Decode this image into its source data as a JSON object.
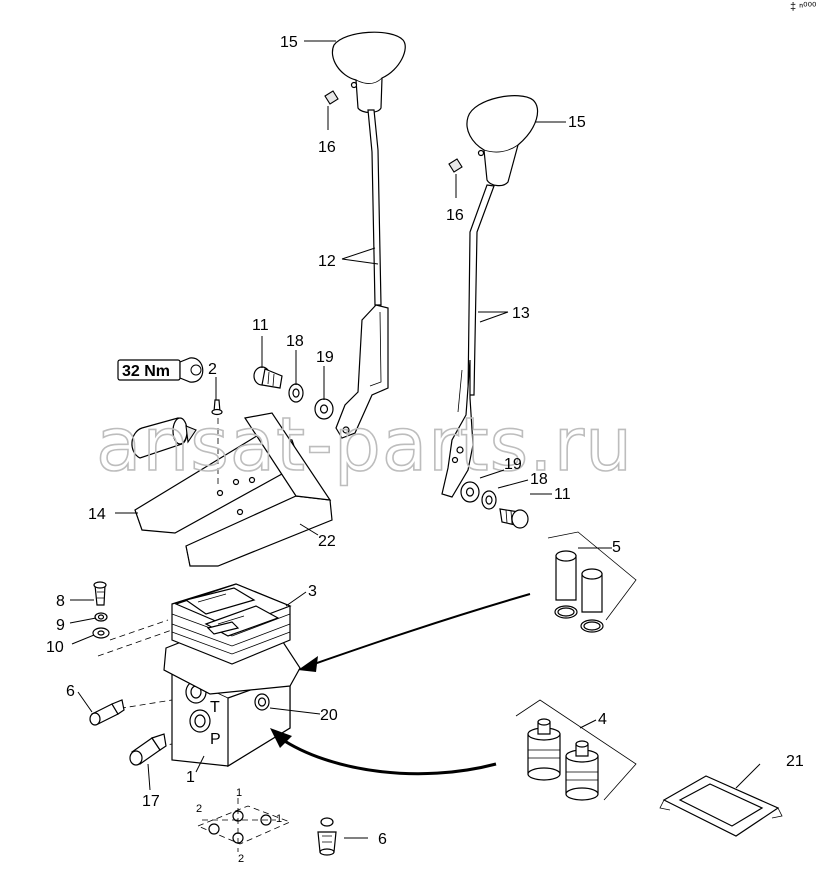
{
  "corner_mark": "‡ ⁿ⁰⁰⁰",
  "watermark": "ansat-parts.ru",
  "torque": {
    "value": "32 Nm"
  },
  "callouts": {
    "c15a": "15",
    "c15b": "15",
    "c16a": "16",
    "c16b": "16",
    "c12": "12",
    "c13": "13",
    "c11a": "11",
    "c11b": "11",
    "c18a": "18",
    "c18b": "18",
    "c19a": "19",
    "c19b": "19",
    "c2": "2",
    "c14": "14",
    "c22": "22",
    "c5": "5",
    "c8": "8",
    "c9": "9",
    "c10": "10",
    "c3": "3",
    "c6a": "6",
    "c6b": "6",
    "c20": "20",
    "c1": "1",
    "c17": "17",
    "c4": "4",
    "c21": "21"
  },
  "port_labels": {
    "t": "T",
    "p": "P"
  },
  "plate_labels": {
    "a": "1",
    "b": "2",
    "c": "2",
    "d": "1"
  }
}
